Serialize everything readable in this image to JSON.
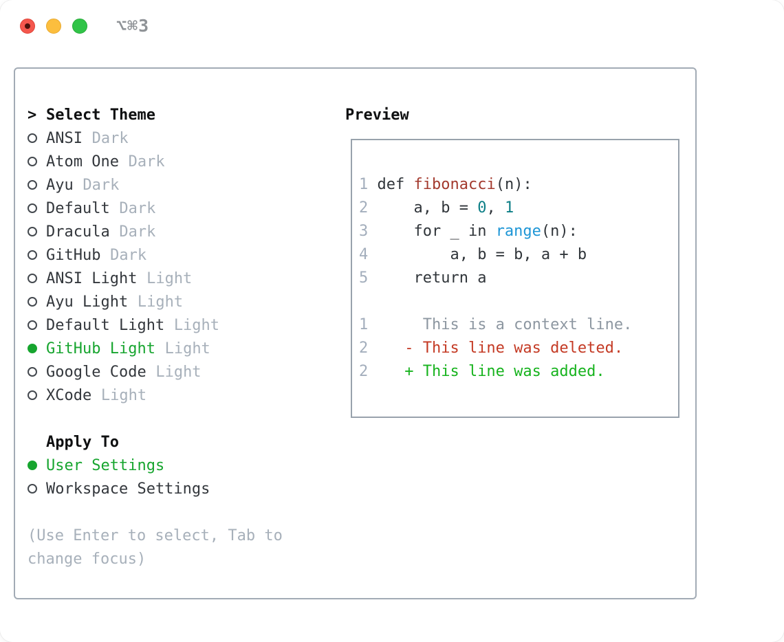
{
  "window": {
    "title": "⌥⌘3"
  },
  "titlebar": {
    "buttons": [
      {
        "name": "close"
      },
      {
        "name": "minimize"
      },
      {
        "name": "zoom"
      }
    ]
  },
  "theme_picker": {
    "prompt": ">",
    "header": "Select Theme",
    "items": [
      {
        "name": "ANSI",
        "tag": "Dark",
        "selected": false
      },
      {
        "name": "Atom One",
        "tag": "Dark",
        "selected": false
      },
      {
        "name": "Ayu",
        "tag": "Dark",
        "selected": false
      },
      {
        "name": "Default",
        "tag": "Dark",
        "selected": false
      },
      {
        "name": "Dracula",
        "tag": "Dark",
        "selected": false
      },
      {
        "name": "GitHub",
        "tag": "Dark",
        "selected": false
      },
      {
        "name": "ANSI Light",
        "tag": "Light",
        "selected": false
      },
      {
        "name": "Ayu Light",
        "tag": "Light",
        "selected": false
      },
      {
        "name": "Default Light",
        "tag": "Light",
        "selected": false
      },
      {
        "name": "GitHub Light",
        "tag": "Light",
        "selected": true
      },
      {
        "name": "Google Code",
        "tag": "Light",
        "selected": false
      },
      {
        "name": "XCode",
        "tag": "Light",
        "selected": false
      }
    ]
  },
  "apply_to": {
    "header": "Apply To",
    "options": [
      {
        "name": "User Settings",
        "selected": true
      },
      {
        "name": "Workspace Settings",
        "selected": false
      }
    ]
  },
  "help": {
    "line1": "(Use Enter to select, Tab to",
    "line2": "change focus)"
  },
  "preview": {
    "header": "Preview",
    "lines": [
      [
        {
          "t": "1",
          "s": "ln"
        },
        {
          "t": " def ",
          "s": "code"
        },
        {
          "t": "fibonacci",
          "s": "func"
        },
        {
          "t": "(n):",
          "s": "code"
        }
      ],
      [
        {
          "t": "2",
          "s": "ln"
        },
        {
          "t": "     a, b = ",
          "s": "code"
        },
        {
          "t": "0",
          "s": "numlit"
        },
        {
          "t": ", ",
          "s": "code"
        },
        {
          "t": "1",
          "s": "numlit"
        }
      ],
      [
        {
          "t": "3",
          "s": "ln"
        },
        {
          "t": "     for _ in ",
          "s": "code"
        },
        {
          "t": "range",
          "s": "builtin"
        },
        {
          "t": "(n):",
          "s": "code"
        }
      ],
      [
        {
          "t": "4",
          "s": "ln"
        },
        {
          "t": "         a, b = b, a + b",
          "s": "code"
        }
      ],
      [
        {
          "t": "5",
          "s": "ln"
        },
        {
          "t": "     return a",
          "s": "code"
        }
      ],
      [],
      [
        {
          "t": "1",
          "s": "ln"
        },
        {
          "t": "      This is a context line.",
          "s": "context"
        }
      ],
      [
        {
          "t": "2",
          "s": "ln"
        },
        {
          "t": "    - This line was deleted.",
          "s": "deleted"
        }
      ],
      [
        {
          "t": "2",
          "s": "ln"
        },
        {
          "t": "    + This line was added.",
          "s": "added"
        }
      ]
    ]
  },
  "colors": {
    "selected_green": "#17a52f",
    "tag_gray": "#a7b0ba",
    "panel_border": "#a2abb5",
    "preview_border": "#98a2ac",
    "code_default": "#30353a",
    "function_red": "#a33a2e",
    "number_teal": "#0c7e86",
    "builtin_blue": "#1e96d6",
    "context_gray": "#8d97a1",
    "deleted_red": "#c43a24",
    "added_green": "#17b31e",
    "traffic_red": "#f4574d",
    "traffic_yellow": "#fcbe3e",
    "traffic_green": "#31c448"
  }
}
